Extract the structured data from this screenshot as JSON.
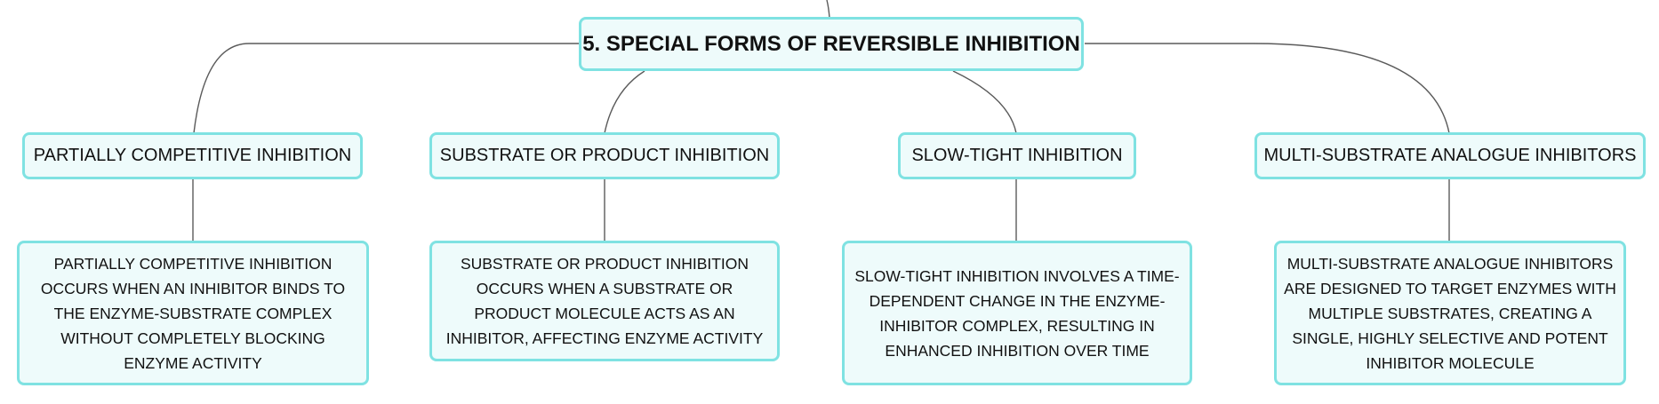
{
  "root": {
    "label": "5. SPECIAL FORMS OF REVERSIBLE INHIBITION"
  },
  "branches": [
    {
      "title": "PARTIALLY COMPETITIVE INHIBITION",
      "description": "PARTIALLY COMPETITIVE INHIBITION OCCURS WHEN AN INHIBITOR BINDS TO THE ENZYME-SUBSTRATE COMPLEX WITHOUT COMPLETELY BLOCKING ENZYME ACTIVITY"
    },
    {
      "title": "SUBSTRATE OR PRODUCT INHIBITION",
      "description": "SUBSTRATE OR PRODUCT INHIBITION OCCURS WHEN A SUBSTRATE OR PRODUCT MOLECULE ACTS AS AN INHIBITOR, AFFECTING ENZYME ACTIVITY"
    },
    {
      "title": "SLOW-TIGHT INHIBITION",
      "description": "SLOW-TIGHT INHIBITION INVOLVES A TIME-DEPENDENT CHANGE IN THE ENZYME-INHIBITOR COMPLEX, RESULTING IN ENHANCED INHIBITION OVER TIME"
    },
    {
      "title": "MULTI-SUBSTRATE ANALOGUE INHIBITORS",
      "description": "MULTI-SUBSTRATE ANALOGUE INHIBITORS ARE DESIGNED TO TARGET ENZYMES WITH MULTIPLE SUBSTRATES, CREATING A SINGLE, HIGHLY SELECTIVE AND POTENT INHIBITOR MOLECULE"
    }
  ],
  "colors": {
    "node_border": "#7fe2e2",
    "node_fill": "#eefbfb",
    "connector": "#5a5a5a"
  }
}
